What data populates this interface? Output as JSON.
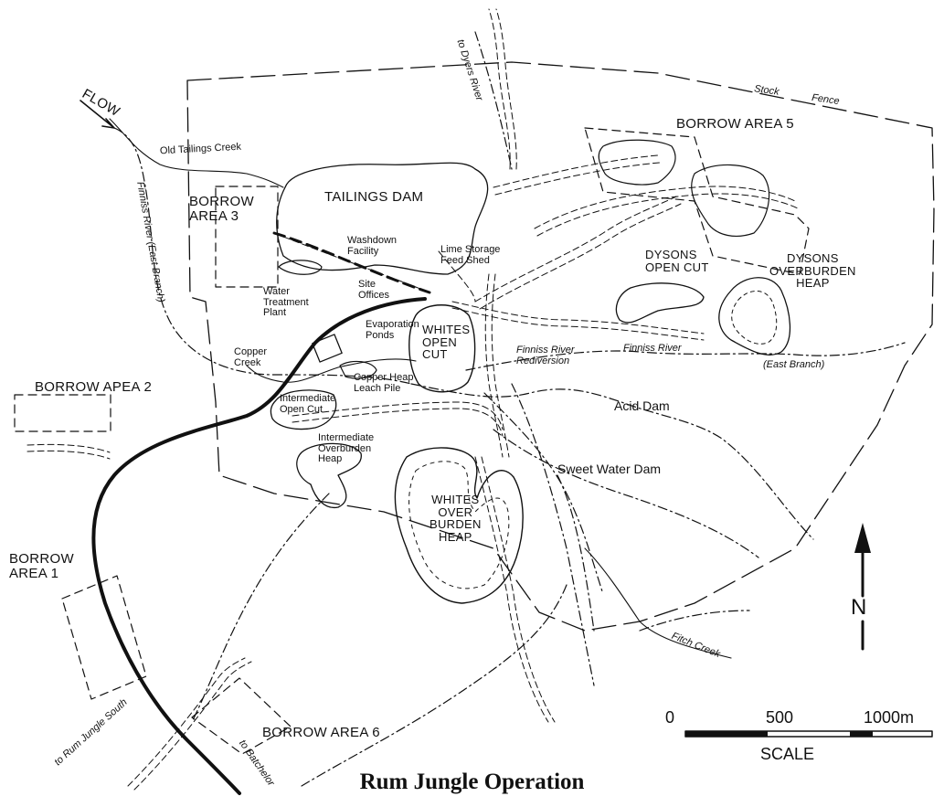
{
  "title": "Rum Jungle Operation",
  "labels": {
    "to_dyers_river": "to Dyers River",
    "stock_fence": "Stock",
    "fence": "Fence",
    "flow": "FLOW",
    "old_tailings_creek": "Old Tailings Creek",
    "finniss_river_east_branch": "Finniss River (East Branch)",
    "borrow_area_3": "BORROW\nAREA 3",
    "tailings_dam": "TAILINGS DAM",
    "borrow_area_5": "BORROW AREA 5",
    "washdown_facility": "Washdown\nFacility",
    "lime_storage": "Lime Storage\nFeed Shed",
    "dysons_open_cut": "DYSONS\nOPEN CUT",
    "dysons_overburden_heap": "DYSONS\nOVERBURDEN\nHEAP",
    "site_offices": "Site\nOffices",
    "water_treatment_plant": "Water\nTreatment\nPlant",
    "evaporation_ponds": "Evaporation\nPonds",
    "whites_open_cut": "WHITES\nOPEN\nCUT",
    "copper_creek": "Copper\nCreek",
    "copper_heap_leach_pile": "Copper Heap\nLeach Pile",
    "finniss_river_rediversion": "Finniss River\nRediversion",
    "finniss_river": "Finniss River",
    "east_branch": "(East Branch)",
    "borrow_area_2": "BORROW APEA 2",
    "intermediate_open_cut": "Intermediate\nOpen Cut",
    "acid_dam": "Acid Dam",
    "intermediate_overburden_heap": "Intermediate\nOverburden\nHeap",
    "sweet_water_dam": "Sweet Water Dam",
    "whites_overburden_heap": "WHITES\nOVER\nBURDEN\nHEAP",
    "borrow_area_1": "BORROW\nAREA 1",
    "north": "N",
    "fitch_creek": "Fitch Creek",
    "borrow_area_6": "BORROW AREA 6",
    "to_rum_jungle_south": "to Rum Jungle South",
    "to_batchelor": "to Batchelor"
  },
  "scale": {
    "ticks": [
      "0",
      "500",
      "1000m"
    ],
    "label": "SCALE"
  },
  "colors": {
    "ink": "#111111",
    "paper": "#ffffff"
  }
}
